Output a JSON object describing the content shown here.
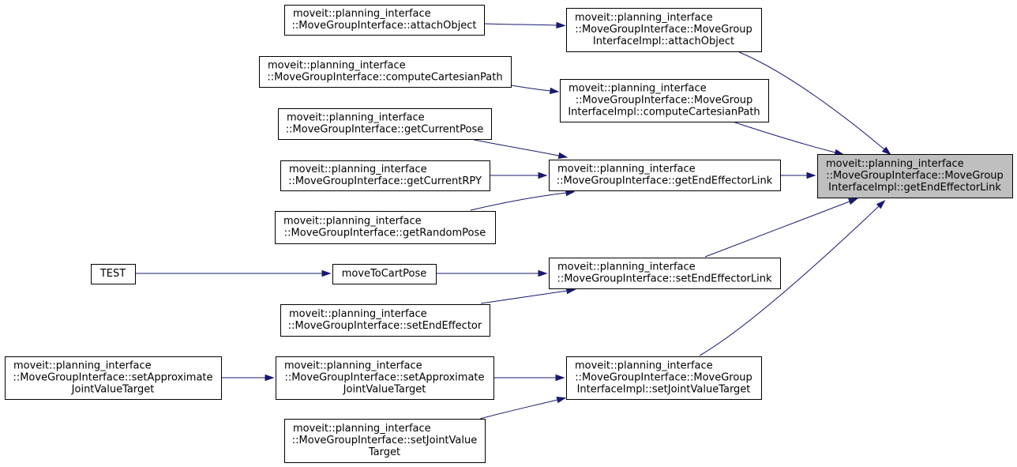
{
  "graph": {
    "nodes": {
      "n_root": [
        "moveit::planning_interface",
        "::MoveGroupInterface::MoveGroup",
        "InterfaceImpl::getEndEffectorLink"
      ],
      "n_impl_attach": [
        "moveit::planning_interface",
        "::MoveGroupInterface::MoveGroup",
        "InterfaceImpl::attachObject"
      ],
      "n_attach": [
        "moveit::planning_interface",
        "::MoveGroupInterface::attachObject"
      ],
      "n_cart": [
        "moveit::planning_interface",
        "::MoveGroupInterface::computeCartesianPath"
      ],
      "n_impl_cart": [
        "moveit::planning_interface",
        "::MoveGroupInterface::MoveGroup",
        "InterfaceImpl::computeCartesianPath"
      ],
      "n_getpose": [
        "moveit::planning_interface",
        "::MoveGroupInterface::getCurrentPose"
      ],
      "n_getrpy": [
        "moveit::planning_interface",
        "::MoveGroupInterface::getCurrentRPY"
      ],
      "n_getlink": [
        "moveit::planning_interface",
        "::MoveGroupInterface::getEndEffectorLink"
      ],
      "n_randpose": [
        "moveit::planning_interface",
        "::MoveGroupInterface::getRandomPose"
      ],
      "n_test": [
        "TEST"
      ],
      "n_movetocart": [
        "moveToCartPose"
      ],
      "n_setlink": [
        "moveit::planning_interface",
        "::MoveGroupInterface::setEndEffectorLink"
      ],
      "n_seteff": [
        "moveit::planning_interface",
        "::MoveGroupInterface::setEndEffector"
      ],
      "n_approx1": [
        "moveit::planning_interface",
        "::MoveGroupInterface::setApproximate",
        "JointValueTarget"
      ],
      "n_approx2": [
        "moveit::planning_interface",
        "::MoveGroupInterface::setApproximate",
        "JointValueTarget"
      ],
      "n_impl_joint": [
        "moveit::planning_interface",
        "::MoveGroupInterface::MoveGroup",
        "InterfaceImpl::setJointValueTarget"
      ],
      "n_setjoint": [
        "moveit::planning_interface",
        "::MoveGroupInterface::setJointValue",
        "Target"
      ]
    },
    "root": "n_root",
    "edges": [
      [
        "n_attach",
        "n_impl_attach"
      ],
      [
        "n_impl_attach",
        "n_root"
      ],
      [
        "n_cart",
        "n_impl_cart"
      ],
      [
        "n_impl_cart",
        "n_root"
      ],
      [
        "n_getpose",
        "n_getlink"
      ],
      [
        "n_getrpy",
        "n_getlink"
      ],
      [
        "n_randpose",
        "n_getlink"
      ],
      [
        "n_getlink",
        "n_root"
      ],
      [
        "n_test",
        "n_movetocart"
      ],
      [
        "n_movetocart",
        "n_setlink"
      ],
      [
        "n_seteff",
        "n_setlink"
      ],
      [
        "n_setlink",
        "n_root"
      ],
      [
        "n_approx1",
        "n_approx2"
      ],
      [
        "n_approx2",
        "n_impl_joint"
      ],
      [
        "n_setjoint",
        "n_impl_joint"
      ],
      [
        "n_impl_joint",
        "n_root"
      ]
    ],
    "colors": {
      "edge": "#191970",
      "root_fill": "#bfbfbf",
      "node_fill": "#ffffff",
      "border": "#000000"
    }
  }
}
